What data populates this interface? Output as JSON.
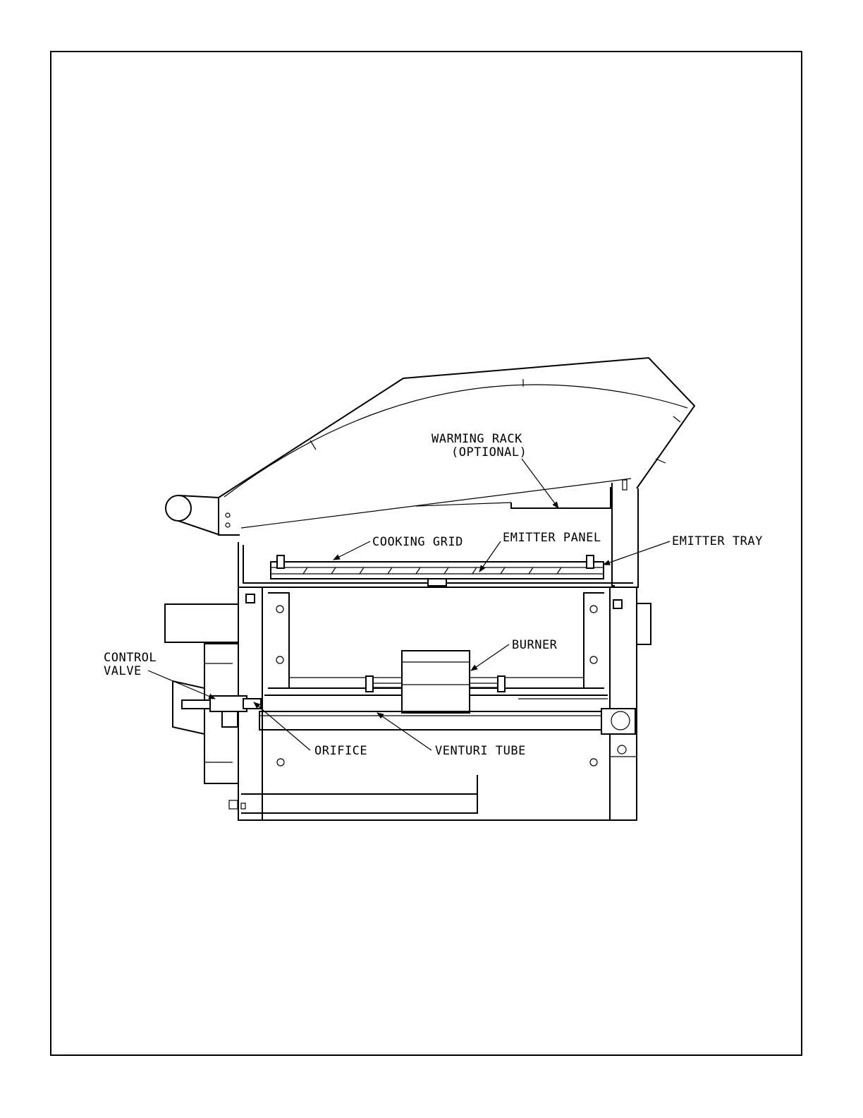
{
  "labels": {
    "warming_rack_line1": "WARMING RACK",
    "warming_rack_line2": "(OPTIONAL)",
    "cooking_grid": "COOKING GRID",
    "emitter_panel": "EMITTER PANEL",
    "emitter_tray": "EMITTER TRAY",
    "burner": "BURNER",
    "control_valve_line1": "CONTROL",
    "control_valve_line2": "VALVE",
    "orifice": "ORIFICE",
    "venturi_tube": "VENTURI TUBE"
  }
}
